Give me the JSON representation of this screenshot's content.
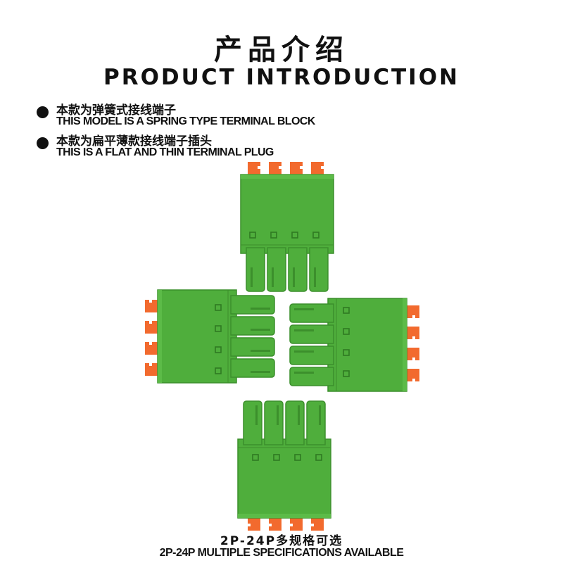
{
  "header": {
    "title_cn": "产品介绍",
    "title_en": "PRODUCT INTRODUCTION"
  },
  "features": [
    {
      "cn": "本款为弹簧式接线端子",
      "en": "THIS MODEL IS A SPRING TYPE TERMINAL BLOCK"
    },
    {
      "cn": "本款为扁平薄款接线端子插头",
      "en": "THIS IS A FLAT AND THIN TERMINAL PLUG"
    }
  ],
  "footer": {
    "spec_cn": "2P-24P多规格可选",
    "spec_en": "2P-24P MULTIPLE SPECIFICATIONS AVAILABLE"
  },
  "colors": {
    "body_green": "#4fae3c",
    "edge_green": "#3c8f2c",
    "lever_orange": "#f26a2e",
    "text": "#111111"
  }
}
